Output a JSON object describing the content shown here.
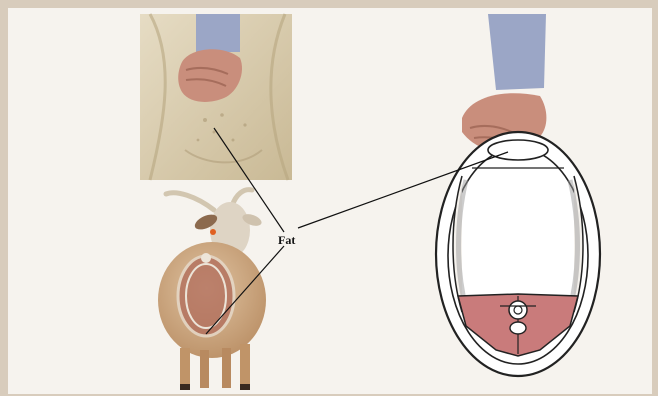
{
  "figure": {
    "label": "Fat",
    "panels": [
      {
        "name": "hand-palpating-sternum-photo"
      },
      {
        "name": "goat-front-view-photo"
      },
      {
        "name": "thorax-cross-section-diagram"
      }
    ],
    "colors": {
      "background": "#f6f3ee",
      "border": "#d8ccbc",
      "skin_photo": "#d9ccb0",
      "goat_coat": "#c89a70",
      "muscle": "#c97b7b",
      "outline": "#222222",
      "sleeve": "#9ba6c6"
    }
  }
}
